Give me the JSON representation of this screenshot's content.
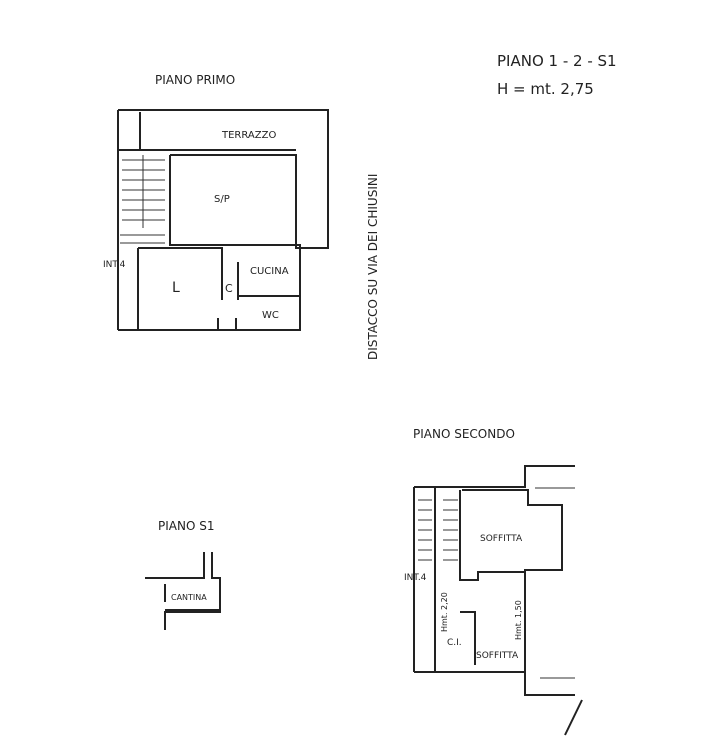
{
  "header": {
    "floors": "PIANO 1 - 2 - S1",
    "height": "H = mt. 2,75"
  },
  "side_label": "DISTACCO SU VIA DEI CHIUSINI",
  "piano_primo": {
    "title": "PIANO PRIMO",
    "rooms": {
      "terrazzo": "TERRAZZO",
      "sp": "S/P",
      "cucina": "CUCINA",
      "wc": "WC",
      "l": "L",
      "c": "C",
      "int": "INT.4"
    }
  },
  "piano_secondo": {
    "title": "PIANO SECONDO",
    "rooms": {
      "soffitta1": "SOFFITTA",
      "soffitta2": "SOFFITTA",
      "ci": "C.I.",
      "int": "INT.4",
      "h1": "Hmt. 2,20",
      "h2": "Hmt. 1,50"
    }
  },
  "piano_s1": {
    "title": "PIANO S1",
    "rooms": {
      "cantina": "CANTINA"
    }
  }
}
